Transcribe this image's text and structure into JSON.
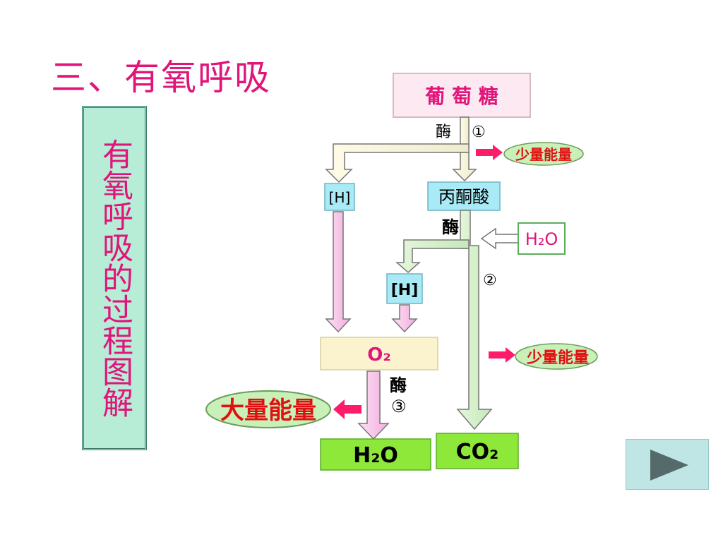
{
  "title": "三、有氧呼吸",
  "sidebar_text": "有氧呼吸的过程图解",
  "diagram": {
    "glucose": "葡 萄 糖",
    "pyruvate": "丙酮酸",
    "h_left": "[H]",
    "h_mid": "[H]",
    "water_in": "H₂O",
    "o2": "O₂",
    "h2o_out": "H₂O",
    "co2": "CO₂",
    "enzyme": "酶",
    "step1": "①",
    "step2": "②",
    "step3": "③",
    "small_energy": "少量能量",
    "large_energy": "大量能量"
  },
  "colors": {
    "title": "#e0157a",
    "sidebar_bg": "#b7ecd6",
    "glucose_box": "#fde9f1",
    "pyruvate_box": "#a8eaf5",
    "o2_box": "#fbf3cd",
    "product_box": "#8ee83a",
    "energy_oval": "#c9f0b8",
    "energy_text": "#e01010",
    "arrow_red": "#ff1a6a",
    "nav_btn": "#bfe6e4"
  }
}
